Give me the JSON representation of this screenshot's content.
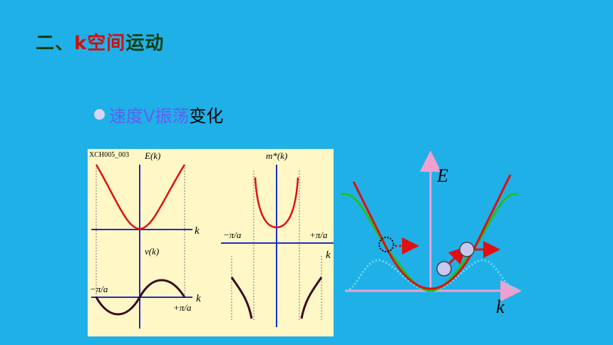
{
  "title": {
    "part1": "二、",
    "part2": "k空间",
    "part3": "运动"
  },
  "bullet": {
    "part1": "速度V振荡",
    "part2": "变化"
  },
  "panel": {
    "code": "XCH005_003",
    "E_label": "E(k)",
    "k_label_top": "k",
    "v_label": "v(k)",
    "minus_pi_a": "−π/a",
    "k_label_bottom": "k",
    "plus_pi_a": "+π/a",
    "m_label": "m*(k)",
    "minus_pi_a_right": "−π/a",
    "plus_pi_a_right": "+π/a",
    "k_label_right": "k"
  },
  "diagram": {
    "E_axis": "E",
    "k_axis": "k"
  },
  "colors": {
    "background": "#1fb0e8",
    "red_curve": "#e01010",
    "green_curve": "#20c020",
    "dotted_curve": "#70e0e8",
    "axis_pink": "#f0a0d0",
    "electron": "#c8c8f0"
  }
}
